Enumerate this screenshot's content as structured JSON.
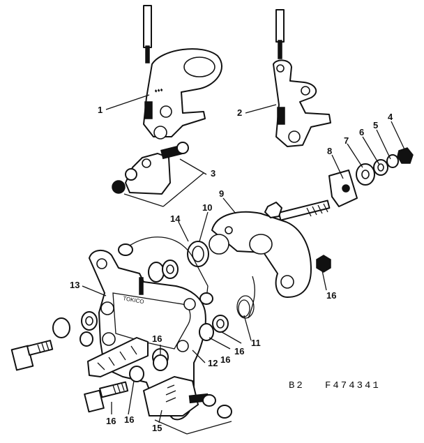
{
  "callouts": {
    "c1": "1",
    "c2": "2",
    "c3": "3",
    "c4": "4",
    "c5": "5",
    "c6": "6",
    "c7": "7",
    "c8": "8",
    "c9": "9",
    "c10": "10",
    "c11": "11",
    "c12": "12",
    "c13": "13",
    "c14": "14",
    "c15": "15",
    "c16a": "16",
    "c16b": "16",
    "c16c": "16",
    "c16d": "16",
    "c16e": "16",
    "c16f": "16"
  },
  "footer": {
    "section": "B2",
    "figure": "F474341"
  }
}
